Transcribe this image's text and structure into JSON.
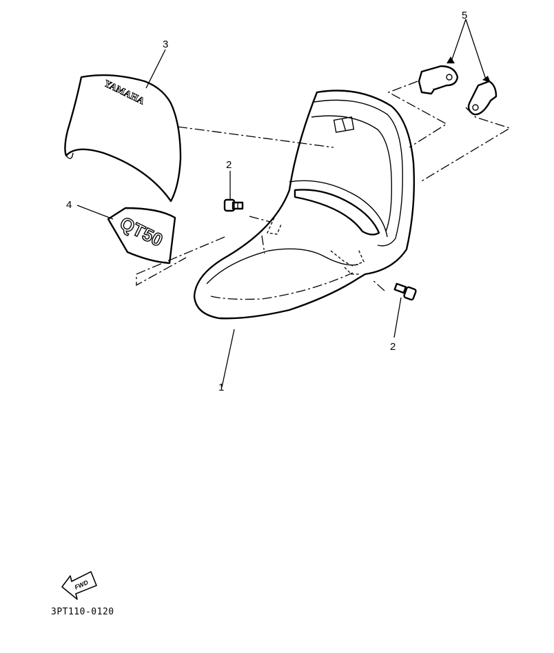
{
  "callouts": [
    {
      "id": "1",
      "label": "1"
    },
    {
      "id": "2a",
      "label": "2"
    },
    {
      "id": "2b",
      "label": "2"
    },
    {
      "id": "3",
      "label": "3"
    },
    {
      "id": "4",
      "label": "4"
    },
    {
      "id": "5",
      "label": "5"
    }
  ],
  "cover_text": "YAMAHA",
  "emblem_text": "QT50",
  "forward_marker_text": "FWD",
  "diagram_code": "3PT110-0120"
}
